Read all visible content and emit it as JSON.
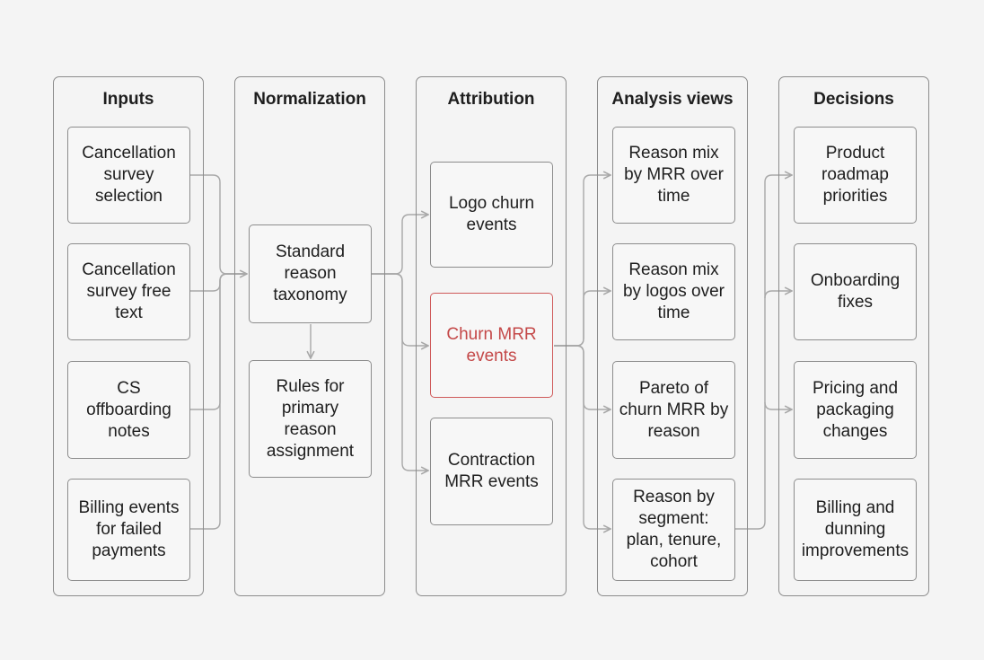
{
  "colors": {
    "border": "#8c8c8c",
    "connector": "#a8a8a8",
    "highlight": "#c44848",
    "background": "#f4f4f4"
  },
  "columns": [
    {
      "id": "inputs",
      "title": "Inputs",
      "nodes": [
        {
          "id": "survey-selection",
          "label": "Cancellation survey selection"
        },
        {
          "id": "survey-free-text",
          "label": "Cancellation survey free text"
        },
        {
          "id": "cs-notes",
          "label": "CS offboarding notes"
        },
        {
          "id": "billing-events",
          "label": "Billing events for failed payments"
        }
      ]
    },
    {
      "id": "normalization",
      "title": "Normalization",
      "nodes": [
        {
          "id": "taxonomy",
          "label": "Standard reason taxonomy"
        },
        {
          "id": "rules",
          "label": "Rules for primary reason assignment"
        }
      ]
    },
    {
      "id": "attribution",
      "title": "Attribution",
      "nodes": [
        {
          "id": "logo-churn",
          "label": "Logo churn events"
        },
        {
          "id": "churn-mrr",
          "label": "Churn MRR events",
          "highlight": true
        },
        {
          "id": "contraction-mrr",
          "label": "Contraction MRR events"
        }
      ]
    },
    {
      "id": "analysis",
      "title": "Analysis views",
      "nodes": [
        {
          "id": "mix-mrr",
          "label": "Reason mix by MRR over time"
        },
        {
          "id": "mix-logos",
          "label": "Reason mix by logos over time"
        },
        {
          "id": "pareto",
          "label": "Pareto of churn MRR by reason"
        },
        {
          "id": "by-segment",
          "label": "Reason by segment: plan, tenure, cohort"
        }
      ]
    },
    {
      "id": "decisions",
      "title": "Decisions",
      "nodes": [
        {
          "id": "roadmap",
          "label": "Product roadmap priorities"
        },
        {
          "id": "onboarding",
          "label": "Onboarding fixes"
        },
        {
          "id": "pricing",
          "label": "Pricing and packaging changes"
        },
        {
          "id": "dunning",
          "label": "Billing and dunning improvements"
        }
      ]
    }
  ]
}
